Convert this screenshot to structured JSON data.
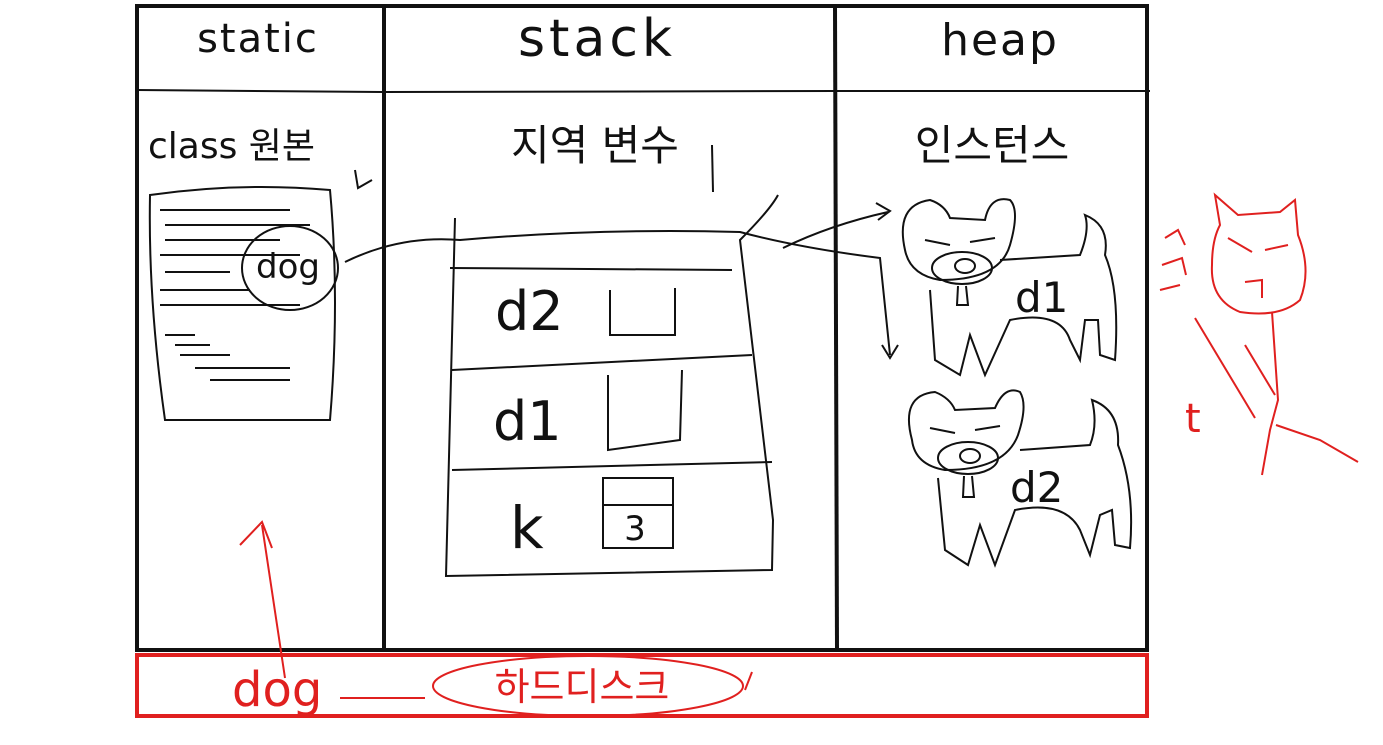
{
  "colors": {
    "ink": "#111111",
    "red": "#e0201f",
    "background": "#ffffff"
  },
  "memory": {
    "static": {
      "header": "static",
      "subtitle": "class 원본",
      "class_name": "dog"
    },
    "stack": {
      "header": "stack",
      "subtitle": "지역 변수",
      "frames": [
        {
          "name": "d2",
          "value": ""
        },
        {
          "name": "d1",
          "value": ""
        },
        {
          "name": "k",
          "value": "3"
        }
      ]
    },
    "heap": {
      "header": "heap",
      "subtitle": "인스턴스",
      "instances": [
        {
          "label": "d1",
          "icon": "dog-icon"
        },
        {
          "label": "d2",
          "icon": "dog-icon"
        }
      ]
    }
  },
  "hard_disk": {
    "file_name": "dog",
    "label": "하드디스크"
  },
  "annotation": {
    "figure_text": "t",
    "figure_icon": "cat-person-icon"
  }
}
